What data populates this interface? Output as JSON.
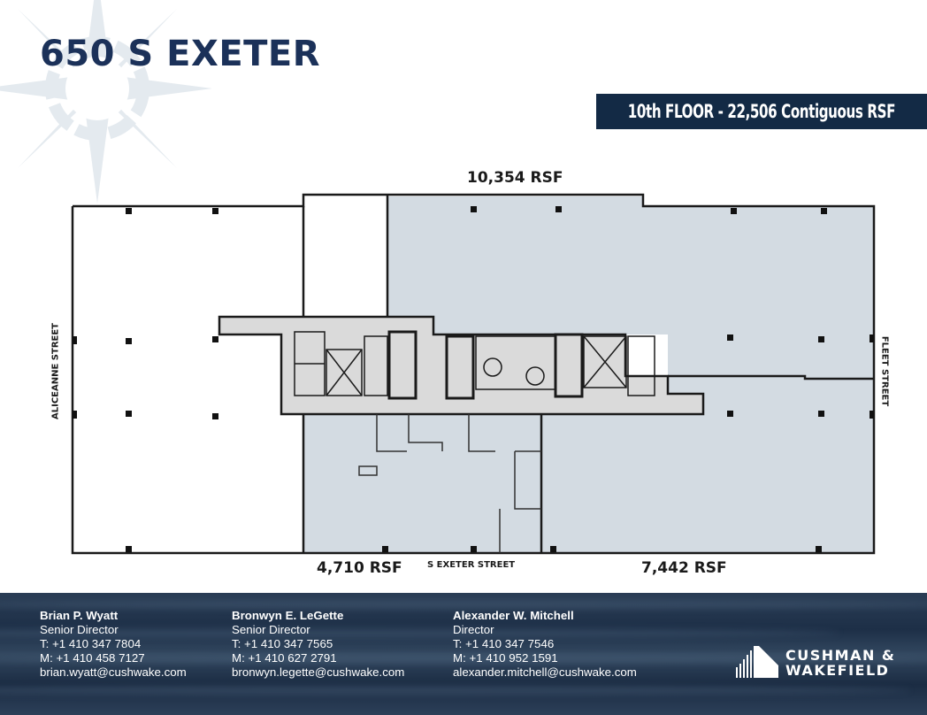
{
  "header": {
    "title": "650 S EXETER",
    "floor_banner": "10th FLOOR - 22,506 Contiguous RSF",
    "compass_icon": "compass-rose-icon"
  },
  "floor_plan": {
    "suites": [
      {
        "label": "10,354 RSF",
        "position": "top-right"
      },
      {
        "label": "4,710 RSF",
        "position": "bottom-center"
      },
      {
        "label": "7,442 RSF",
        "position": "bottom-right"
      }
    ],
    "streets": {
      "west": "ALICEANNE STREET",
      "east": "FLEET STREET",
      "south": "S EXETER STREET"
    },
    "colors": {
      "available_fill": "#d3dbe2",
      "core_fill": "#d9d9d9",
      "wall": "#1a1a1a"
    }
  },
  "contacts": [
    {
      "name": "Brian P. Wyatt",
      "title": "Senior Director",
      "phone": "T: +1 410 347 7804",
      "mobile": "M: +1 410 458 7127",
      "email": "brian.wyatt@cushwake.com"
    },
    {
      "name": "Bronwyn E. LeGette",
      "title": "Senior Director",
      "phone": "T: +1 410 347 7565",
      "mobile": "M: +1 410 627 2791",
      "email": "bronwyn.legette@cushwake.com"
    },
    {
      "name": "Alexander W. Mitchell",
      "title": "Director",
      "phone": "T: +1 410 347 7546",
      "mobile": "M: +1 410 952 1591",
      "email": "alexander.mitchell@cushwake.com"
    }
  ],
  "brand": {
    "line1": "CUSHMAN &",
    "line2": "WAKEFIELD",
    "navy": "#132a45",
    "title_color": "#1b3159"
  }
}
